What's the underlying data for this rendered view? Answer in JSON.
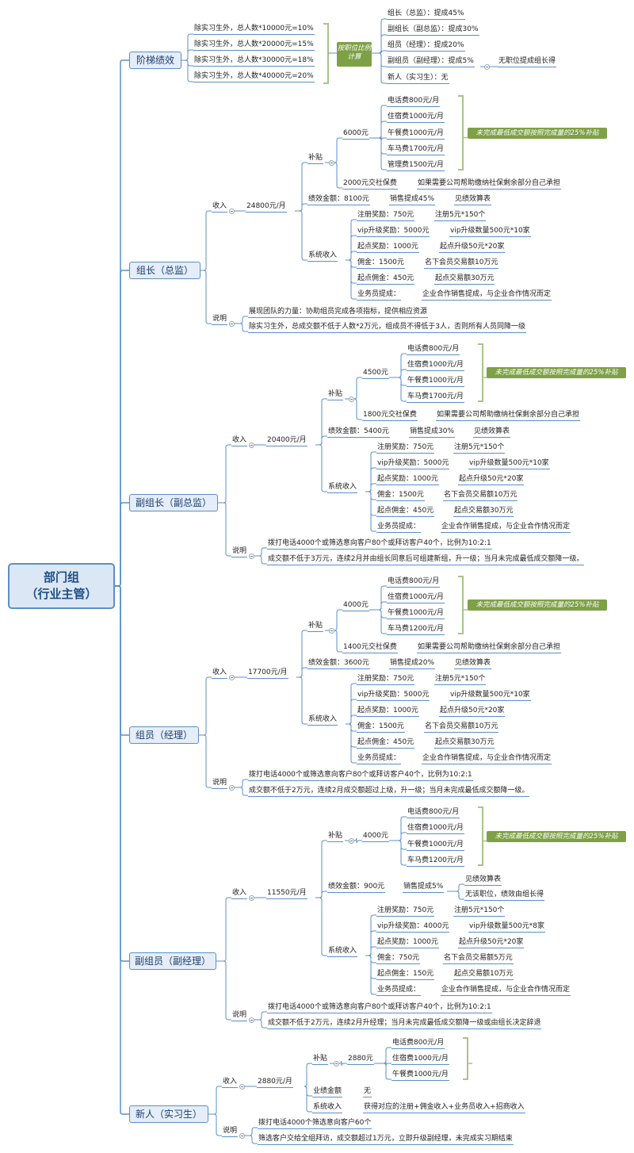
{
  "root": {
    "line1": "部门组",
    "line2": "（行业主管）"
  },
  "jieti": {
    "title": "阶梯绩效",
    "rates": [
      "除实习生外，总人数*10000元=10%",
      "除实习生外，总人数*20000元=15%",
      "除实习生外，总人数*30000元=18%",
      "除实习生外，总人数*40000元=20%"
    ],
    "note": "按职位比例计算",
    "roles": [
      "组长（总监）：提成45%",
      "副组长（副总监）：提成30%",
      "组员（经理）：提成20%",
      "副组员（副经理）：提成5%",
      "新人（实习生）：无"
    ],
    "role_note": "无职位提成组长得"
  },
  "g1": {
    "title": "组长（总监）",
    "shouru": "收入",
    "total": "24800元/月",
    "butie": "补贴",
    "bt_amount": "6000元",
    "bt_items": [
      "电话费800元/月",
      "住宿费1000元/月",
      "午餐费1000元/月",
      "车马费1700元/月",
      "管理费1500元/月"
    ],
    "bt_note": "未完成最低成交额按照完成量的25%补贴",
    "shebao": "2000元交社保费",
    "shebao_note": "如果需要公司帮助缴纳社保剩余部分自己承担",
    "jixiao": "绩效金额：8100元",
    "jx_a": "销售提成45%",
    "jx_b": "见绩效算表",
    "xitong": "系统收入",
    "sys": [
      [
        "注册奖励：750元",
        "注册5元*150个"
      ],
      [
        "vip升级奖励：5000元",
        "vip升级数量500元*10家"
      ],
      [
        "起点奖励：1000元",
        "起点升级50元*20家"
      ],
      [
        "佣金：1500元",
        "名下会员交易额10万元"
      ],
      [
        "起点佣金：450元",
        "起点交易额30万元"
      ],
      [
        "业务员提成：",
        "企业合作销售提成，与企业合作情况而定"
      ]
    ],
    "shuoming": "说明",
    "notes": [
      "展现团队的力量：协助组员完成各项指标，提供相应资源",
      "除实习生外，总成交额不低于人数*2万元，组成员不得低于3人，否则所有人员同降一级"
    ]
  },
  "g2": {
    "title": "副组长（副总监）",
    "shouru": "收入",
    "total": "20400元/月",
    "butie": "补贴",
    "bt_amount": "4500元",
    "bt_items": [
      "电话费800元/月",
      "住宿费1000元/月",
      "午餐费1000元/月",
      "车马费1700元/月"
    ],
    "bt_note": "未完成最低成交额按照完成量的25%补贴",
    "shebao": "1800元交社保费",
    "shebao_note": "如果需要公司帮助缴纳社保剩余部分自己承担",
    "jixiao": "绩效金额：5400元",
    "jx_a": "销售提成30%",
    "jx_b": "见绩效算表",
    "xitong": "系统收入",
    "sys": [
      [
        "注册奖励：750元",
        "注册5元*150个"
      ],
      [
        "vip升级奖励：5000元",
        "vip升级数量500元*10家"
      ],
      [
        "起点奖励：1000元",
        "起点升级50元*20家"
      ],
      [
        "佣金：1500元",
        "名下会员交易额10万元"
      ],
      [
        "起点佣金：450元",
        "起点交易额30万元"
      ],
      [
        "业务员提成：",
        "企业合作销售提成，与企业合作情况而定"
      ]
    ],
    "shuoming": "说明",
    "notes": [
      "拨打电话4000个或筛选意向客户80个或拜访客户40个，比例为10:2:1",
      "成交额不低于3万元，连续2月并由组长同意后可组建新组，升一级；当月未完成最低成交额降一级。"
    ]
  },
  "g3": {
    "title": "组员（经理）",
    "shouru": "收入",
    "total": "17700元/月",
    "butie": "补贴",
    "bt_amount": "4000元",
    "bt_items": [
      "电话费800元/月",
      "住宿费1000元/月",
      "午餐费1000元/月",
      "车马费1200元/月"
    ],
    "bt_note": "未完成最低成交额按照完成量的25%补贴",
    "shebao": "1400元交社保费",
    "shebao_note": "如果需要公司帮助缴纳社保剩余部分自己承担",
    "jixiao": "绩效金额：3600元",
    "jx_a": "销售提成20%",
    "jx_b": "见绩效算表",
    "xitong": "系统收入",
    "sys": [
      [
        "注册奖励：750元",
        "注册5元*150个"
      ],
      [
        "vip升级奖励：5000元",
        "vip升级数量500元*10家"
      ],
      [
        "起点奖励：1000元",
        "起点升级50元*20家"
      ],
      [
        "佣金：1500元",
        "名下会员交易额10万元"
      ],
      [
        "起点佣金：450元",
        "起点交易额30万元"
      ],
      [
        "业务员提成：",
        "企业合作销售提成，与企业合作情况而定"
      ]
    ],
    "shuoming": "说明",
    "notes": [
      "拨打电话4000个或筛选意向客户80个或拜访客户40个，比例为10:2:1",
      "成交额不低于2万元，连续2月成交额超过上级，升一级；当月未完成最低成交额降一级。"
    ]
  },
  "g4": {
    "title": "副组员（副经理）",
    "shouru": "收入",
    "total": "11550元/月",
    "butie": "补贴",
    "bt_amount": "4000元",
    "bt_items": [
      "电话费800元/月",
      "住宿费1000元/月",
      "午餐费1000元/月",
      "车马费1200元/月"
    ],
    "bt_note": "未完成最低成交额按照完成量的25%补贴",
    "jixiao": "绩效金额：900元",
    "jx_a": "销售提成5%",
    "jx_b": "见绩效算表",
    "jx_c": "无该职位，绩效由组长得",
    "xitong": "系统收入",
    "sys": [
      [
        "注册奖励：750元",
        "注册5元*150个"
      ],
      [
        "vip升级奖励：4000元",
        "vip升级数量500元*8家"
      ],
      [
        "起点奖励：1000元",
        "起点升级50元*20家"
      ],
      [
        "佣金：750元",
        "名下会员交易额5万元"
      ],
      [
        "起点佣金：150元",
        "起点交易额10万元"
      ],
      [
        "业务员提成：",
        "企业合作销售提成，与企业合作情况而定"
      ]
    ],
    "shuoming": "说明",
    "notes": [
      "拨打电话4000个或筛选意向客户80个或拜访客户40个，比例为10:2:1",
      "成交额不低于2万元，连续2月升经理；当月未完成最低成交额降一级或由组长决定辞退"
    ]
  },
  "g5": {
    "title": "新人（实习生）",
    "shouru": "收入",
    "total": "2880元/月",
    "butie": "补贴",
    "bt_amount": "2880元",
    "bt_items": [
      "电话费800元/月",
      "住宿费1000元/月",
      "午餐费1000元/月"
    ],
    "jixiao": "业绩金额",
    "jixiao_val": "无",
    "xitong": "系统收入",
    "xitong_val": "获得对应的注册+佣金收入+业务员收入+招商收入",
    "shuoming": "说明",
    "notes": [
      "拨打电话4000个筛选意向客户60个",
      "筛选客户交给全组拜访，成交额超过1万元，立即升级副经理，未完成实习期结束"
    ]
  }
}
